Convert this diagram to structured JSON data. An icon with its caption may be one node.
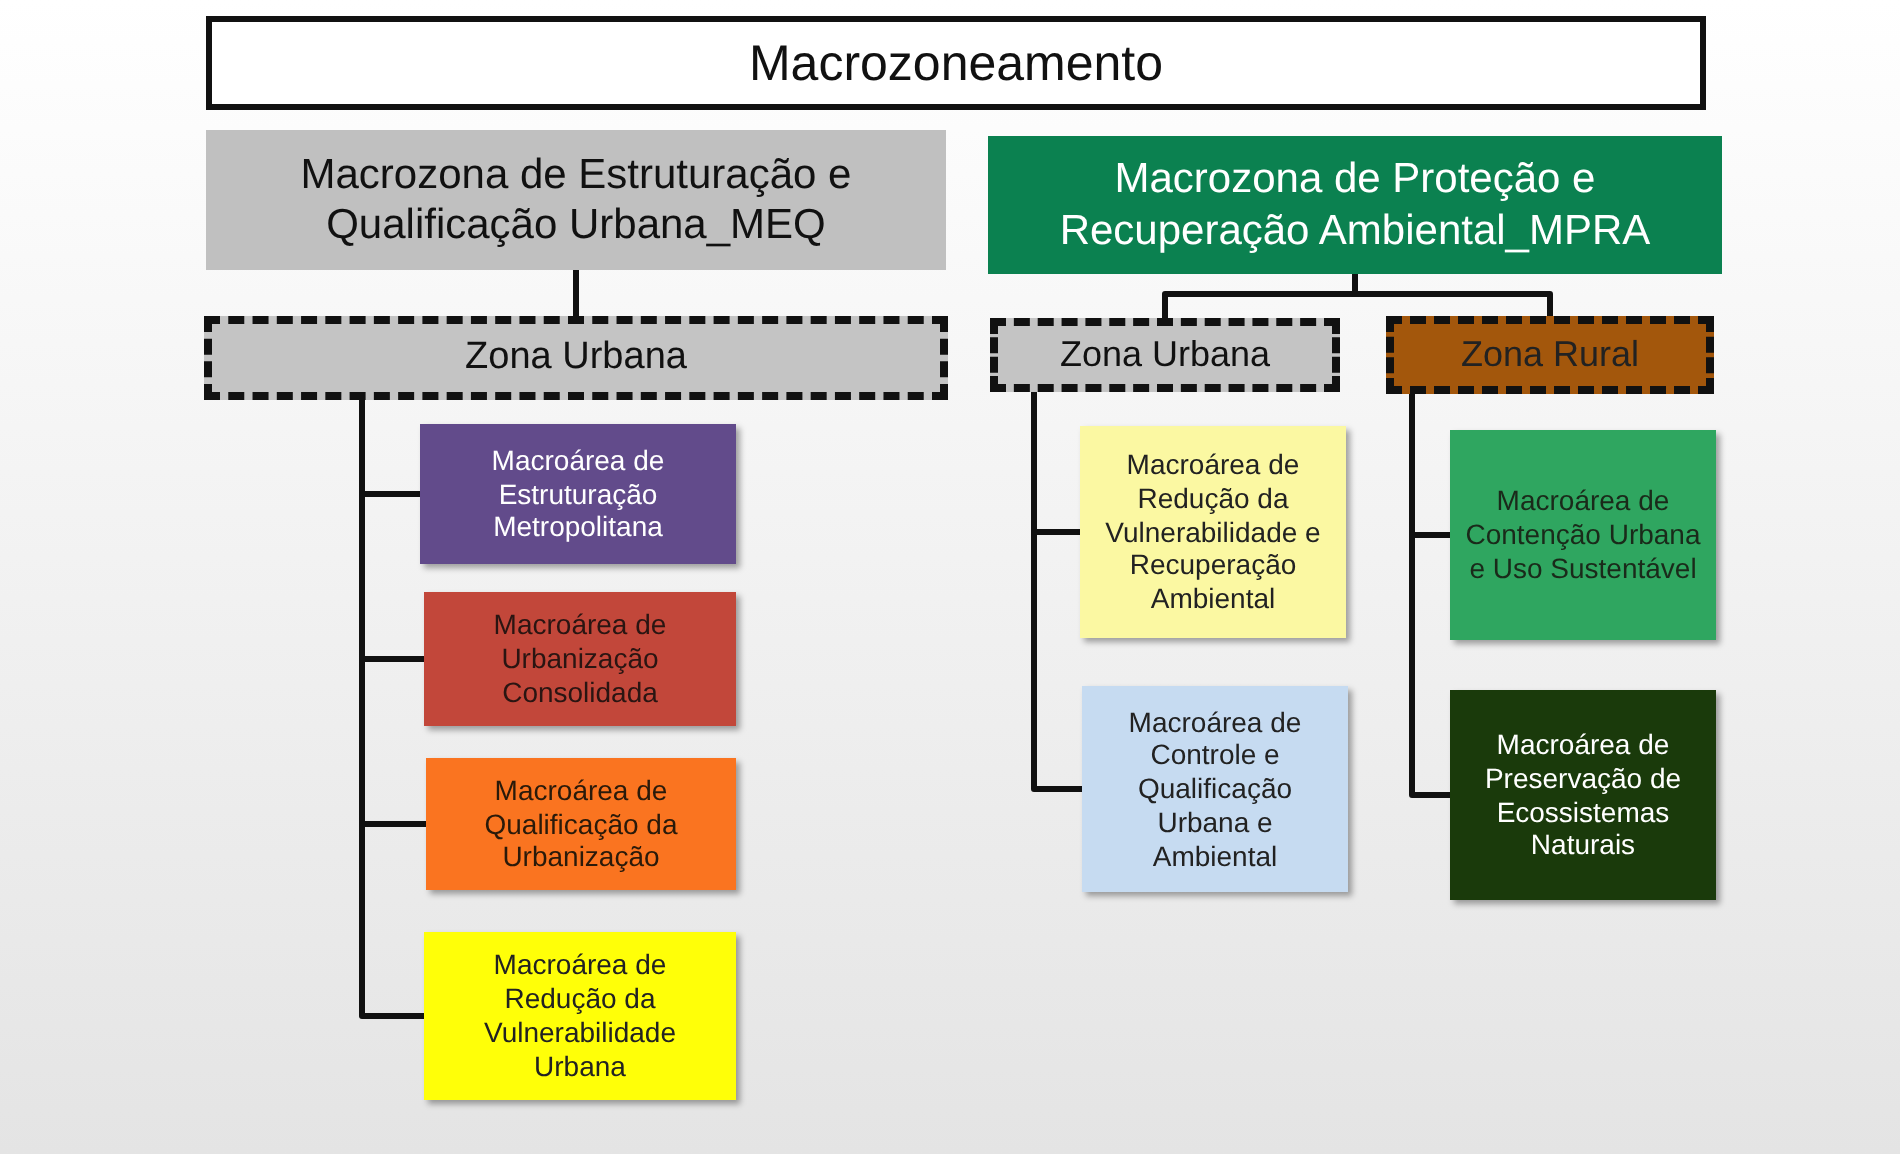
{
  "diagram": {
    "nodes": [
      {
        "text": [
          "Macrozoneamento"
        ]
      },
      {
        "text": [
          "Macrozona de Estruturação e Qualificação Urbana_MEQ"
        ]
      },
      {
        "text": [
          "Macrozona de Proteção e Recuperação Ambiental_MPRA"
        ]
      },
      {
        "text": [
          "Zona Urbana"
        ]
      },
      {
        "text": [
          "Zona Urbana"
        ]
      },
      {
        "text": [
          "Zona Rural"
        ]
      },
      {
        "text": [
          "Macroárea de Estruturação Metropolitana"
        ]
      },
      {
        "text": [
          "Macroárea de Urbanização Consolidada"
        ]
      },
      {
        "text": [
          "Macroárea de Qualificação da Urbanização"
        ]
      },
      {
        "text": [
          "Macroárea de Redução da Vulnerabilidade Urbana"
        ]
      },
      {
        "text": [
          "Macroárea de Redução da Vulnerabilidade e Recuperação Ambiental"
        ]
      },
      {
        "text": [
          "Macroárea de Controle e Qualificação Urbana e Ambiental"
        ]
      },
      {
        "text": [
          "Macroárea de Contenção Urbana e Uso Sustentável"
        ]
      },
      {
        "text": [
          "Macroárea de Preservação de Ecossistemas Naturais"
        ]
      }
    ],
    "edges": [
      {
        "from": 1,
        "to": 3,
        "arrow": "none"
      },
      {
        "from": 2,
        "to": 4,
        "arrow": "none"
      },
      {
        "from": 2,
        "to": 5,
        "arrow": "none"
      },
      {
        "from": 3,
        "to": 6,
        "arrow": "none"
      },
      {
        "from": 3,
        "to": 7,
        "arrow": "none"
      },
      {
        "from": 3,
        "to": 8,
        "arrow": "none"
      },
      {
        "from": 3,
        "to": 9,
        "arrow": "none"
      },
      {
        "from": 4,
        "to": 10,
        "arrow": "none"
      },
      {
        "from": 4,
        "to": 11,
        "arrow": "none"
      },
      {
        "from": 5,
        "to": 12,
        "arrow": "none"
      },
      {
        "from": 5,
        "to": 13,
        "arrow": "none"
      }
    ]
  }
}
